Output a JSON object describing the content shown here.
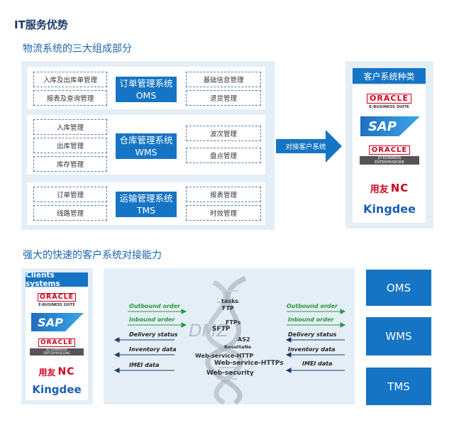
{
  "header": {
    "title": "IT服务优势"
  },
  "section1": {
    "subtitle": "物流系统的三大组成部分",
    "groups": [
      {
        "left": [
          "入库及出库单管理",
          "报表及查询管理"
        ],
        "name": "订单管理系统",
        "code": "OMS",
        "right": [
          "基础信息管理",
          "退货管理"
        ]
      },
      {
        "left": [
          "入库管理",
          "出库管理",
          "库存管理"
        ],
        "name": "仓库管理系统",
        "code": "WMS",
        "right": [
          "波次管理",
          "盘点管理"
        ]
      },
      {
        "left": [
          "订单管理",
          "线路管理"
        ],
        "name": "运输管理系统",
        "code": "TMS",
        "right": [
          "报表管理",
          "时效管理"
        ]
      }
    ],
    "arrow_label": "对接客户系统",
    "client_header": "客户系统种类"
  },
  "section2": {
    "subtitle": "强大的快速的客户系统对接能力",
    "clients_header": "Clients systems",
    "left_flows": [
      "Outbound order",
      "Inbound order",
      "Delivery status",
      "Inventory data",
      "IMEI data"
    ],
    "right_flows": [
      "Outbound order",
      "Inbound order",
      "Delivery status",
      "Inventory data",
      "IMEI data"
    ],
    "dmz": "DMZ",
    "protocols": [
      "tasks",
      "FTP",
      "FTPs",
      "SFTP",
      "AS2",
      "RosettaNe",
      "Web-service-HTTP",
      "Web-service-HTTPs",
      "Web-security"
    ],
    "systems": [
      "OMS",
      "WMS",
      "TMS"
    ]
  },
  "logos": {
    "oracle_ebs": {
      "name": "ORACLE",
      "sub": "E-BUSINESS SUITE"
    },
    "sap": "SAP",
    "oracle_jde": {
      "name": "ORACLE",
      "sub1": "JD EDWARDS",
      "sub2": "ENTERPRISEONE"
    },
    "yonyou": {
      "a": "用友",
      "b": "NC"
    },
    "kingdee": "Kingdee"
  },
  "colors": {
    "accent": "#1674c4",
    "panel": "#e4eef6",
    "oracle": "#d0021b",
    "flow_green": "#2a9a3a",
    "flow_dark": "#1a3b6b"
  }
}
